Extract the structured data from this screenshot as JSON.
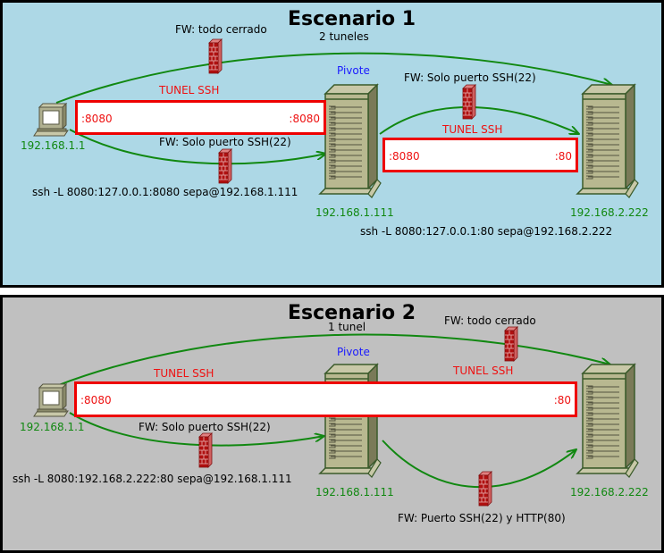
{
  "scenario1": {
    "title": "Escenario 1",
    "subtitle": "2 tuneles",
    "firewalls": {
      "top": "FW: todo cerrado",
      "client_pivot": "FW: Solo puerto SSH(22)",
      "pivot_target": "FW: Solo puerto SSH(22)"
    },
    "pivot_label": "Pivote",
    "hosts": {
      "client_ip": "192.168.1.1",
      "pivot_ip": "192.168.1.111",
      "target_ip": "192.168.2.222"
    },
    "tunnels": [
      {
        "label": "TUNEL SSH",
        "local_port": ":8080",
        "remote_port": ":8080"
      },
      {
        "label": "TUNEL SSH",
        "local_port": ":8080",
        "remote_port": ":80"
      }
    ],
    "commands": {
      "client": "ssh -L 8080:127.0.0.1:8080 sepa@192.168.1.111",
      "pivot": "ssh -L 8080:127.0.0.1:80 sepa@192.168.2.222"
    },
    "colors": {
      "background": "#add8e6"
    }
  },
  "scenario2": {
    "title": "Escenario 2",
    "subtitle": "1 tunel",
    "firewalls": {
      "top": "FW: todo cerrado",
      "client_pivot": "FW: Solo puerto SSH(22)",
      "pivot_target": "FW: Puerto SSH(22) y HTTP(80)"
    },
    "pivot_label": "Pivote",
    "hosts": {
      "client_ip": "192.168.1.1",
      "pivot_ip": "192.168.1.111",
      "target_ip": "192.168.2.222"
    },
    "tunnels": [
      {
        "label": "TUNEL SSH",
        "label2": "TUNEL SSH",
        "local_port": ":8080",
        "remote_port": ":80"
      }
    ],
    "commands": {
      "client": "ssh -L 8080:192.168.2.222:80 sepa@192.168.1.111"
    },
    "colors": {
      "background": "#c0c0c0"
    }
  },
  "colors": {
    "link": "#118811",
    "tunnel": "#ee0000",
    "ip_text": "#118811",
    "pivot_text": "#1a1aff",
    "server_body": "#b8b890",
    "firewall": "#b01010"
  }
}
